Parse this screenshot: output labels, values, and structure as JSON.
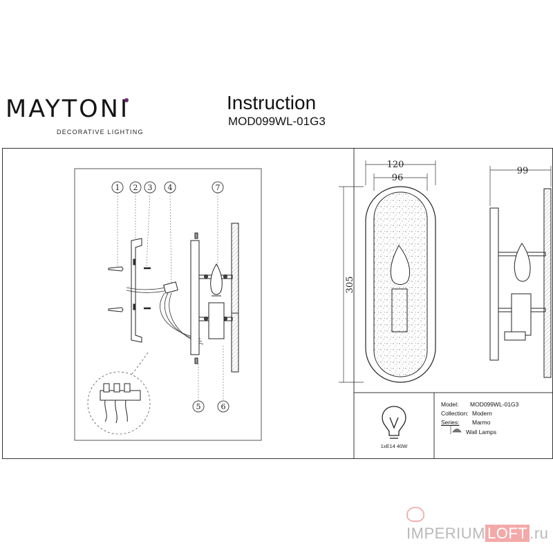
{
  "brand": {
    "name_start": "MAYTON",
    "name_end": "I",
    "subtitle": "DECORATIVE LIGHTING",
    "accent_color": "#6b2a6b"
  },
  "header": {
    "title": "Instruction",
    "model": "MOD099WL-01G3"
  },
  "assembly": {
    "part_numbers": [
      "1",
      "2",
      "3",
      "4",
      "7",
      "5",
      "6"
    ]
  },
  "dimensions": {
    "width_outer": "120",
    "width_inner": "96",
    "height": "305",
    "depth": "99"
  },
  "spec": {
    "bulb": "1xE14 40W",
    "rows": [
      {
        "label": "Model:",
        "value": "MOD099WL-01G3"
      },
      {
        "label": "Collection:",
        "value": "Modern"
      },
      {
        "label": "Series:",
        "value": "Marmo"
      }
    ],
    "category": "Wall Lamps"
  },
  "watermark": {
    "part1": "IMPERIUM",
    "part2": "LOFT",
    "part3": ".ru"
  }
}
